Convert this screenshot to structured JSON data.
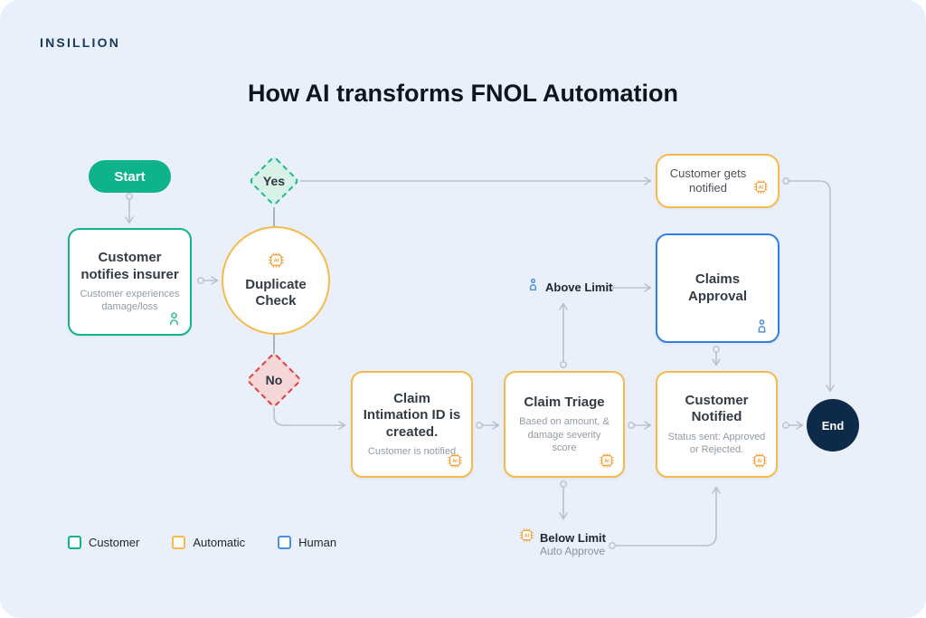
{
  "brand": {
    "logo_text": "INSILLION"
  },
  "header": {
    "title": "How AI transforms FNOL Automation"
  },
  "colors": {
    "background": "#eaf0fa",
    "customer_green": "#12b48b",
    "automatic_orange": "#f5ba4b",
    "human_blue": "#2f80e0",
    "reject_red": "#e0403d",
    "yes_fill": "#d9f2e8",
    "no_fill": "#f6d7d8",
    "end_navy": "#0d2b49",
    "connector_gray": "#b8c1cd"
  },
  "nodes": {
    "start": {
      "label": "Start"
    },
    "customer_notifies_insurer": {
      "title": "Customer notifies insurer",
      "subtitle": "Customer experiences damage/loss",
      "icon": "person-icon"
    },
    "duplicate_check": {
      "title": "Duplicate Check",
      "icon": "ai-chip-icon"
    },
    "yes_branch": {
      "label": "Yes"
    },
    "no_branch": {
      "label": "No"
    },
    "customer_gets_notified": {
      "title": "Customer gets notified",
      "icon": "ai-chip-icon"
    },
    "claims_approval": {
      "title": "Claims Approval",
      "icon": "person-icon"
    },
    "above_limit": {
      "label": "Above Limit",
      "icon": "person-icon"
    },
    "claim_intimation": {
      "title": "Claim Intimation ID is created.",
      "subtitle": "Customer is notified",
      "icon": "ai-chip-icon"
    },
    "claim_triage": {
      "title": "Claim Triage",
      "subtitle": "Based on amount, & damage severity score",
      "icon": "ai-chip-icon"
    },
    "customer_notified": {
      "title": "Customer Notified",
      "subtitle": "Status sent: Approved or Rejected.",
      "icon": "ai-chip-icon"
    },
    "below_limit": {
      "label": "Below Limit",
      "subtitle": "Auto Approve",
      "icon": "ai-chip-icon"
    },
    "end": {
      "label": "End"
    }
  },
  "legend": {
    "items": [
      {
        "label": "Customer",
        "color": "#12b48b"
      },
      {
        "label": "Automatic",
        "color": "#f5ba4b"
      },
      {
        "label": "Human",
        "color": "#4a90e2"
      }
    ]
  }
}
